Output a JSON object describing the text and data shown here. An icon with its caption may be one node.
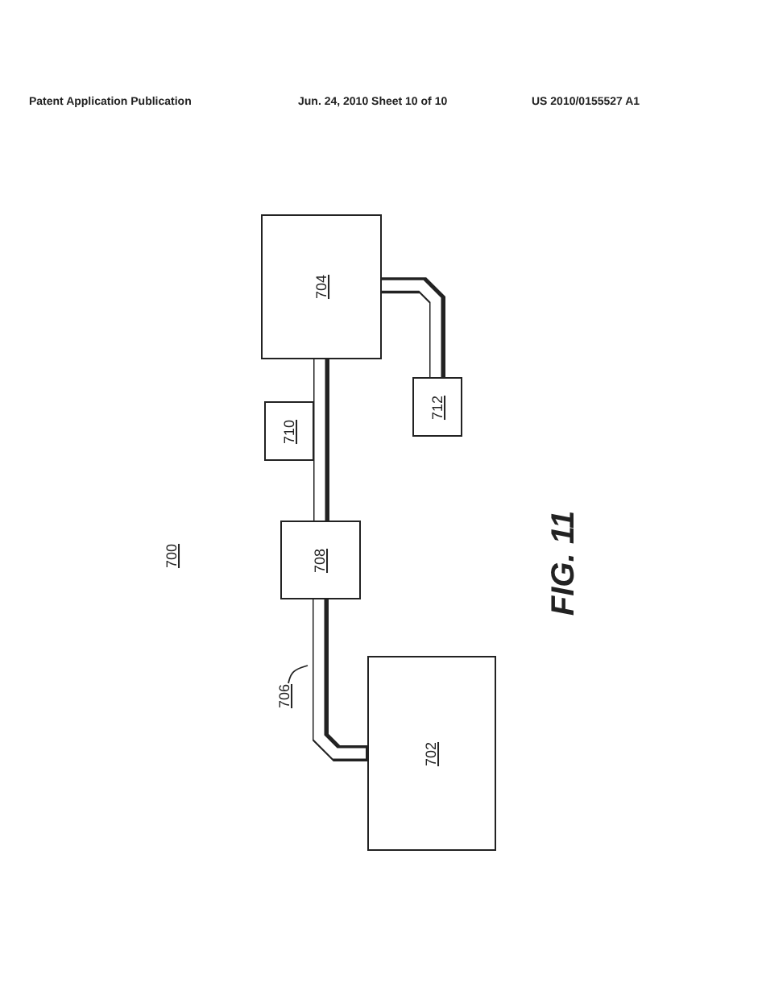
{
  "diagram": {
    "caption": "FIG. 11",
    "nodes": [
      {
        "text": [
          "704"
        ]
      },
      {
        "text": [
          "712"
        ]
      },
      {
        "text": [
          "710"
        ]
      },
      {
        "text": [
          "708"
        ]
      },
      {
        "text": [
          "702"
        ]
      },
      {
        "text": [
          "706"
        ]
      }
    ],
    "edges": [
      {
        "from": 0,
        "to": 3,
        "arrow": "none"
      },
      {
        "from": 3,
        "to": 4,
        "arrow": "none"
      },
      {
        "from": 0,
        "to": 1,
        "arrow": "none"
      },
      {
        "from": 5,
        "to": null,
        "arrow": "none"
      }
    ],
    "labels": [
      "Patent Application Publication",
      "Jun. 24, 2010  Sheet 10 of 10",
      "US 2010/0155527 A1",
      "700"
    ]
  }
}
